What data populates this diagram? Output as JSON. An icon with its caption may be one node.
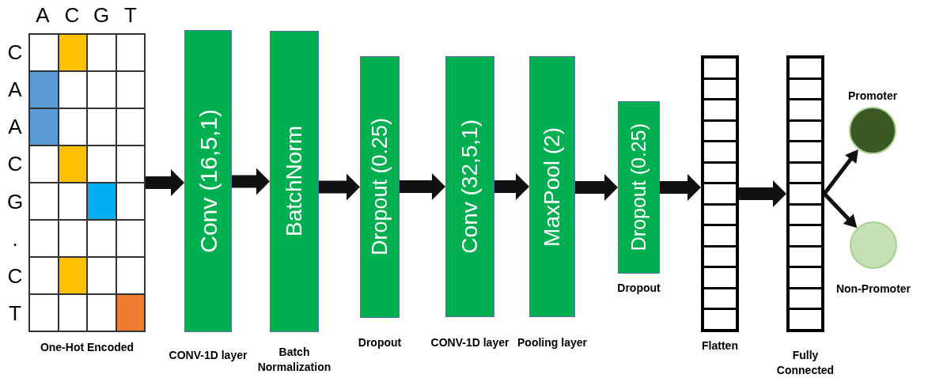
{
  "diagram": {
    "nodes": [
      {
        "text": [
          "One-Hot Encoded"
        ]
      },
      {
        "text": [
          "Conv (16,5,1)",
          "CONV-1D layer"
        ]
      },
      {
        "text": [
          "BatchNorm",
          "Batch Normalization"
        ]
      },
      {
        "text": [
          "Dropout (0.25)",
          "Dropout"
        ]
      },
      {
        "text": [
          "Conv (32,5,1)",
          "CONV-1D layer"
        ]
      },
      {
        "text": [
          "MaxPool (2)",
          "Pooling layer"
        ]
      },
      {
        "text": [
          "Dropout (0.25)",
          "Dropout"
        ]
      },
      {
        "text": [
          "Flatten"
        ]
      },
      {
        "text": [
          "Fully Connected"
        ]
      },
      {
        "text": [
          "Promoter"
        ]
      },
      {
        "text": [
          "Non-Promoter"
        ]
      }
    ],
    "edges": [
      {
        "from": 0,
        "to": 1,
        "arrow": "to",
        "style": "thick"
      },
      {
        "from": 1,
        "to": 2,
        "arrow": "to",
        "style": "thick"
      },
      {
        "from": 2,
        "to": 3,
        "arrow": "to",
        "style": "thick"
      },
      {
        "from": 3,
        "to": 4,
        "arrow": "to",
        "style": "thick"
      },
      {
        "from": 4,
        "to": 5,
        "arrow": "to",
        "style": "thick"
      },
      {
        "from": 5,
        "to": 6,
        "arrow": "to",
        "style": "thick"
      },
      {
        "from": 6,
        "to": 7,
        "arrow": "to",
        "style": "thick"
      },
      {
        "from": 7,
        "to": 8,
        "arrow": "to",
        "style": "thick"
      },
      {
        "from": 8,
        "to": 9,
        "arrow": "to"
      },
      {
        "from": 8,
        "to": 10,
        "arrow": "to"
      }
    ],
    "labels": [
      "A",
      "C",
      "G",
      "T",
      "C",
      "A",
      "A",
      "C",
      "G",
      ".",
      "C",
      "T"
    ]
  }
}
